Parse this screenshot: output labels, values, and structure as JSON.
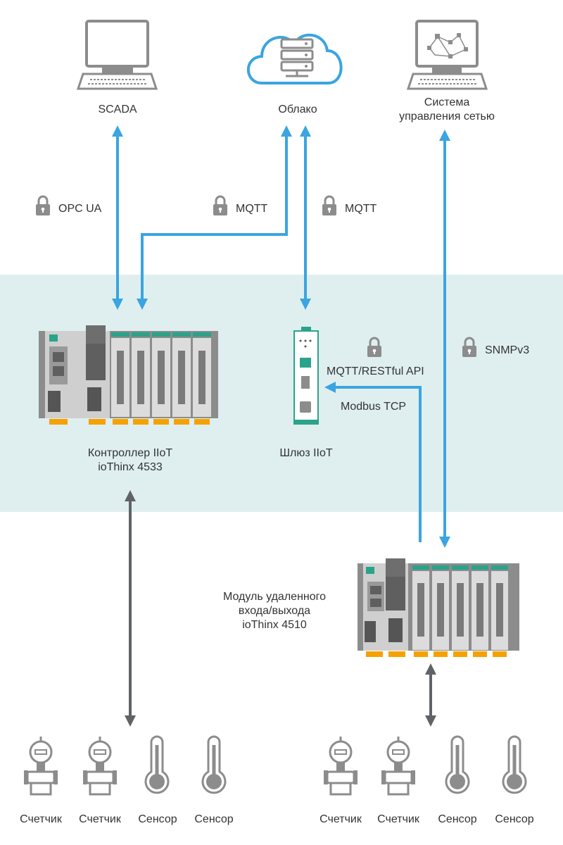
{
  "nodes": {
    "scada": "SCADA",
    "cloud": "Облако",
    "nms_line1": "Система",
    "nms_line2": "управления сетью",
    "controller_line1": "Контроллер IIoT",
    "controller_line2": "ioThinx 4533",
    "gateway": "Шлюз IIoT",
    "remote_line1": "Модуль удаленного",
    "remote_line2": "входа/выхода",
    "remote_line3": "ioThinx 4510"
  },
  "protocols": {
    "opcua": "OPC UA",
    "mqtt1": "MQTT",
    "mqtt2": "MQTT",
    "mqtt_rest": "MQTT/RESTful API",
    "modbus": "Modbus TCP",
    "snmp": "SNMPv3"
  },
  "devices_left": [
    "Счетчик",
    "Счетчик",
    "Сенсор",
    "Сенсор"
  ],
  "devices_right": [
    "Счетчик",
    "Счетчик",
    "Сенсор",
    "Сенсор"
  ],
  "colors": {
    "arrow_blue": "#3aa5e0",
    "arrow_gray": "#5f6368",
    "band": "#dfeff0",
    "device_gray": "#8c8c8c",
    "accent_teal": "#2aa38b",
    "accent_orange": "#f5a200"
  },
  "icons": [
    "computer-icon",
    "cloud-server-icon",
    "network-monitor-icon",
    "lock-icon",
    "flowmeter-icon",
    "thermometer-icon"
  ]
}
